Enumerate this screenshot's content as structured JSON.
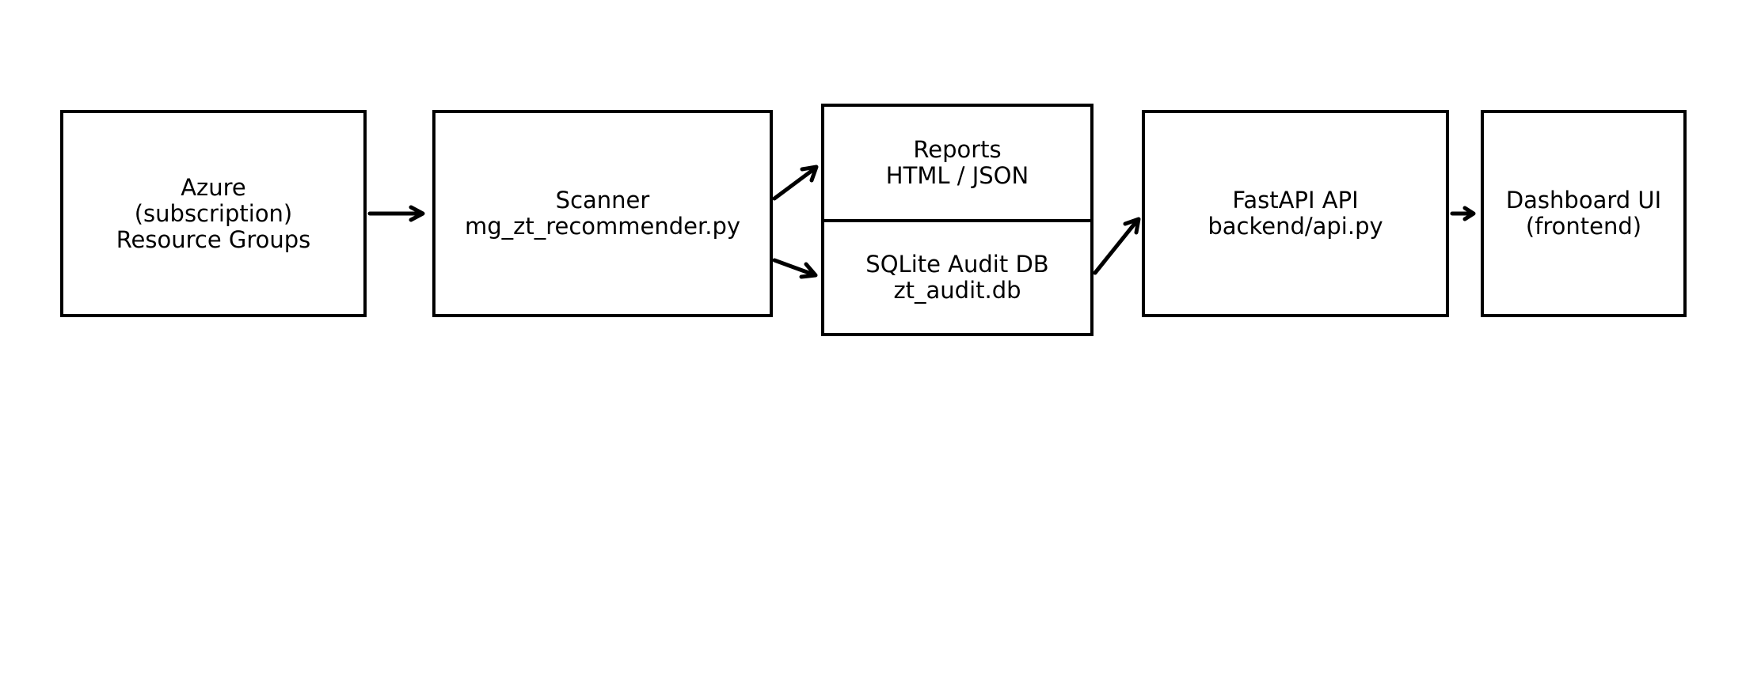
{
  "nodes": {
    "azure": {
      "lines": [
        "Azure",
        "(subscription)",
        "Resource Groups"
      ]
    },
    "scanner": {
      "lines": [
        "Scanner",
        "mg_zt_recommender.py"
      ]
    },
    "reports": {
      "lines": [
        "Reports",
        "HTML / JSON"
      ]
    },
    "sqlite": {
      "lines": [
        "SQLite Audit DB",
        "zt_audit.db"
      ]
    },
    "fastapi": {
      "lines": [
        "FastAPI API",
        "backend/api.py"
      ]
    },
    "dashboard": {
      "lines": [
        "Dashboard UI",
        "(frontend)"
      ]
    }
  },
  "edges": [
    {
      "from": "azure",
      "to": "scanner"
    },
    {
      "from": "scanner",
      "to": "reports"
    },
    {
      "from": "scanner",
      "to": "sqlite"
    },
    {
      "from": "sqlite",
      "to": "fastapi"
    },
    {
      "from": "fastapi",
      "to": "dashboard"
    }
  ],
  "colors": {
    "stroke": "#000000",
    "fill": "#ffffff",
    "text": "#000000"
  }
}
